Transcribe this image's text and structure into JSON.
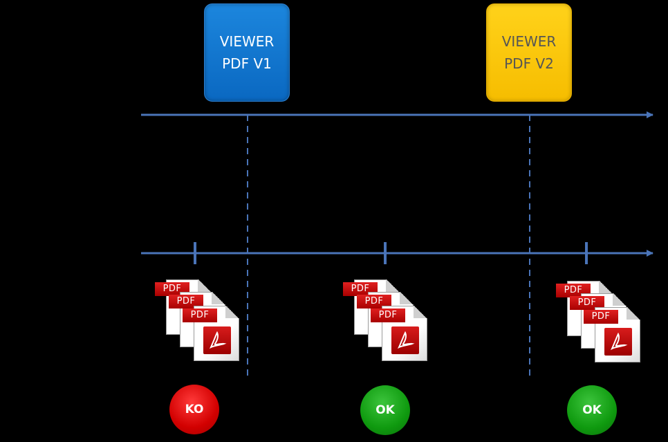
{
  "viewers": [
    {
      "line1": "VIEWER",
      "line2": "PDF V1",
      "color": "#0a73cf"
    },
    {
      "line1": "VIEWER",
      "line2": "PDF V2",
      "color": "#ffc800"
    }
  ],
  "documents": [
    {
      "tags": [
        "PDF",
        "PDF",
        "PDF"
      ],
      "status": "KO",
      "status_color": "#e00000"
    },
    {
      "tags": [
        "PDF",
        "PDF",
        "PDF"
      ],
      "status": "OK",
      "status_color": "#0f9a0f"
    },
    {
      "tags": [
        "PDF",
        "PDF",
        "PDF"
      ],
      "status": "OK",
      "status_color": "#0f9a0f"
    }
  ],
  "colors": {
    "background": "#000000",
    "axis": "#4a74b8"
  }
}
